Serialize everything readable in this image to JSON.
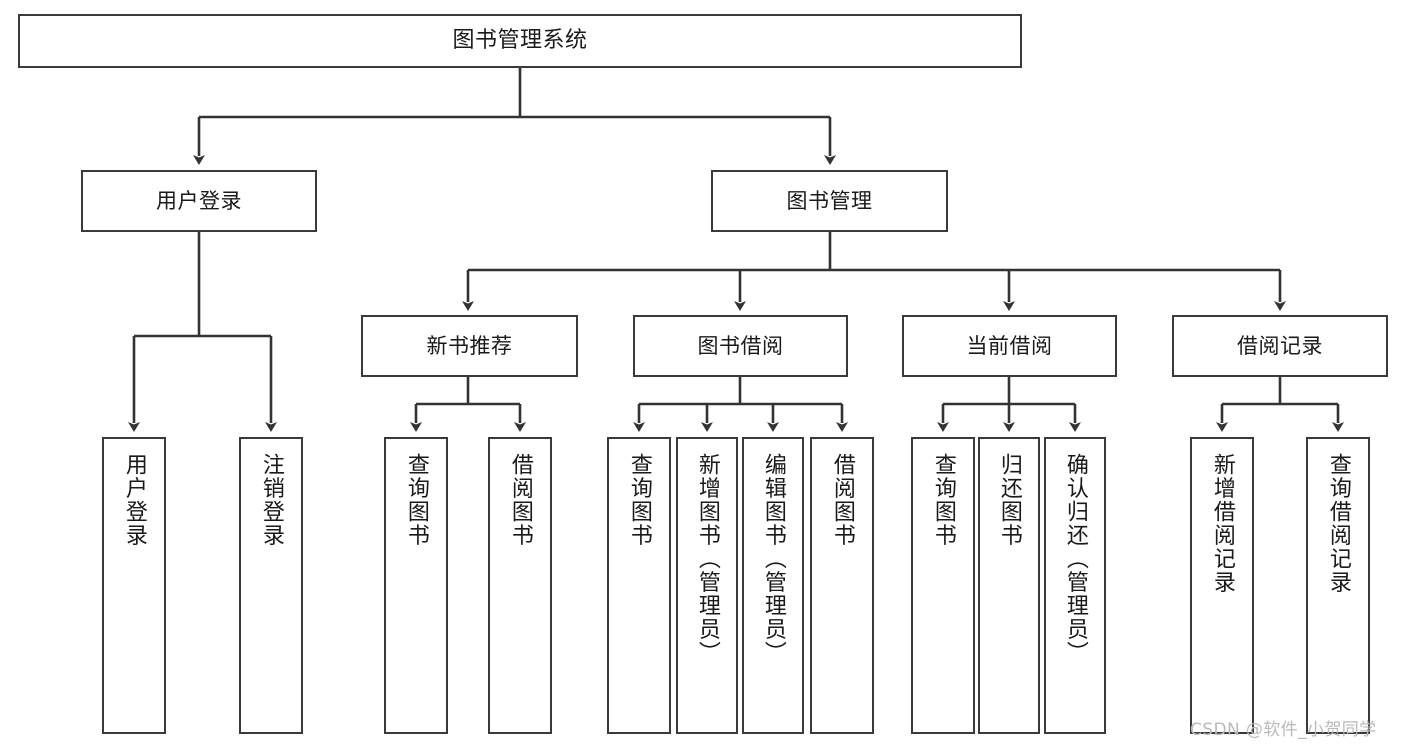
{
  "diagram": {
    "title": "图书管理系统",
    "type": "tree-hierarchy",
    "colors": {
      "box_border": "#3a3a3a",
      "box_fill": "#ffffff",
      "connector": "#333333",
      "text": "#1a1a1a",
      "watermark": "#b9b9b9",
      "background": "#ffffff"
    }
  },
  "nodes": {
    "root": {
      "label": "图书管理系统"
    },
    "level2": [
      {
        "id": "user-login",
        "label": "用户登录"
      },
      {
        "id": "book-management",
        "label": "图书管理"
      }
    ],
    "level3": [
      {
        "id": "new-book-recommend",
        "label": "新书推荐"
      },
      {
        "id": "book-borrow",
        "label": "图书借阅"
      },
      {
        "id": "current-borrow",
        "label": "当前借阅"
      },
      {
        "id": "borrow-record",
        "label": "借阅记录"
      }
    ],
    "leaves": {
      "user-login": [
        {
          "id": "leaf-user-login",
          "label": "用户登录"
        },
        {
          "id": "leaf-user-logout",
          "label": "注销登录"
        }
      ],
      "new-book-recommend": [
        {
          "id": "leaf-query-book-1",
          "label": "查询图书"
        },
        {
          "id": "leaf-borrow-book-1",
          "label": "借阅图书"
        }
      ],
      "book-borrow": [
        {
          "id": "leaf-query-book-2",
          "label": "查询图书"
        },
        {
          "id": "leaf-add-book",
          "label": "新增图书（管理员）"
        },
        {
          "id": "leaf-edit-book",
          "label": "编辑图书（管理员）"
        },
        {
          "id": "leaf-borrow-book-2",
          "label": "借阅图书"
        }
      ],
      "current-borrow": [
        {
          "id": "leaf-query-book-3",
          "label": "查询图书"
        },
        {
          "id": "leaf-return-book",
          "label": "归还图书"
        },
        {
          "id": "leaf-confirm-return",
          "label": "确认归还（管理员）"
        }
      ],
      "borrow-record": [
        {
          "id": "leaf-add-record",
          "label": "新增借阅记录"
        },
        {
          "id": "leaf-query-record",
          "label": "查询借阅记录"
        }
      ]
    }
  },
  "watermark": {
    "text": "CSDN @软件_小贺同学"
  }
}
